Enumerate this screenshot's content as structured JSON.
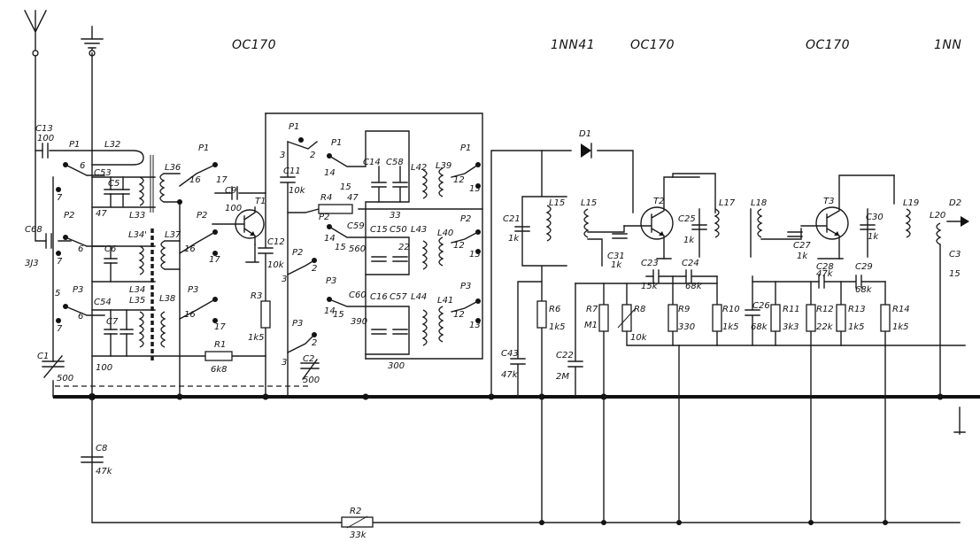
{
  "transistors": {
    "t1": "OC170",
    "t2_diode": "1NN41",
    "t2": "OC170",
    "t3": "OC170",
    "t4_diode": "1NN"
  },
  "tlabels": {
    "t1": "T1",
    "t2": "T2",
    "t3": "T3"
  },
  "diodes": {
    "d1": "D1",
    "d2": "D2"
  },
  "caps": {
    "c13": "C13",
    "c13v": "100",
    "c68": "C68",
    "c68v": "3J3",
    "c1": "C1",
    "c1v": "500",
    "c53": "C53",
    "c5": "C5",
    "c5v": "47",
    "c6": "C6",
    "c54": "C54",
    "c7": "C7",
    "c7v": "100",
    "c9": "C9",
    "c9v": "100",
    "c11": "C11",
    "c11v": "10k",
    "c12": "C12",
    "c12v": "10k",
    "c2": "C2",
    "c2v": "500",
    "c14": "C14",
    "c58": "C58",
    "c59": "C59",
    "c59v": "560",
    "c15": "C15",
    "c50": "C50",
    "c50v": "22",
    "c60": "C60",
    "c60v": "390",
    "c16": "C16",
    "c57": "C57",
    "c57v": "300",
    "c21": "C21",
    "c21v": "1k",
    "c31": "C31",
    "c31v": "1k",
    "c43": "C43",
    "c43v": "47k",
    "c22": "C22",
    "c22v": "2M",
    "c23": "C23",
    "c23v": "15k",
    "c24": "C24",
    "c24v": "68k",
    "c25": "C25",
    "c25v": "1k",
    "c26": "C26",
    "c26v": "68k",
    "c27": "C27",
    "c27v": "1k",
    "c28": "C28",
    "c28v": "47k",
    "c29": "C29",
    "c29v": "68k",
    "c30": "C30",
    "c30v": "1k",
    "c3x": "C3",
    "c3xv": "15",
    "c8": "C8",
    "c8v": "47k"
  },
  "resistors": {
    "r1": "R1",
    "r1v": "6k8",
    "r2": "R2",
    "r2v": "33k",
    "r3": "R3",
    "r3v": "1k5",
    "r4": "R4",
    "r4v": "47",
    "r6": "R6",
    "r6v": "1k5",
    "r7": "R7",
    "r7v": "M1",
    "r8": "R8",
    "r8v": "10k",
    "r9": "R9",
    "r9v": "330",
    "r10": "R10",
    "r10v": "1k5",
    "r11": "R11",
    "r11v": "3k3",
    "r12": "R12",
    "r12v": "22k",
    "r13": "R13",
    "r13v": "1k5",
    "r14": "R14",
    "r14v": "1k5"
  },
  "coils": {
    "l32": "L32",
    "l33": "L33",
    "l34p": "L34'",
    "l34": "L34",
    "l35": "L35",
    "l36": "L36",
    "l37": "L37",
    "l38": "L38",
    "l39": "L39",
    "l40": "L40",
    "l41": "L41",
    "l42": "L42",
    "l43": "L43",
    "l44": "L44",
    "l15a": "L15",
    "l15b": "L15",
    "l17": "L17",
    "l18": "L18",
    "l19": "L19",
    "l20": "L20"
  },
  "switches": {
    "p1": "P1",
    "p2": "P2",
    "p3": "P3"
  },
  "numbers": {
    "n2": "2",
    "n3": "3",
    "n5": "5",
    "n6": "6",
    "n7": "7",
    "n12": "12",
    "n13": "13",
    "n14": "14",
    "n15": "15",
    "n16": "16",
    "n17": "17",
    "n33": "33"
  }
}
